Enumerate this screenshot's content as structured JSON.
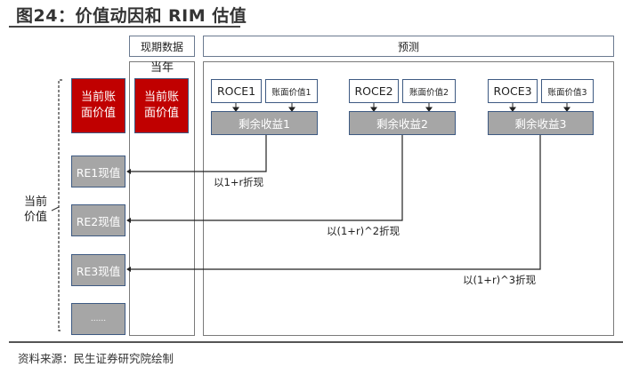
{
  "title": "图24：价值动因和 RIM 估值",
  "headers": {
    "current_data": "现期数据",
    "forecast": "预测"
  },
  "current_year_label": "当年",
  "current_value_label": "当前\n价值",
  "current_value_lines": [
    "当前",
    "价值"
  ],
  "left_column": {
    "book_value_lines": [
      "当前账",
      "面价值"
    ],
    "pv_boxes": [
      "RE1现值",
      "RE2现值",
      "RE3现值",
      "......"
    ]
  },
  "current_year_column": {
    "book_value_lines": [
      "当前账",
      "面价值"
    ]
  },
  "forecast_periods": [
    {
      "roce": "ROCE1",
      "book_value": "账面价值1",
      "residual_income": "剩余收益1",
      "discount_label": "以1+r折现"
    },
    {
      "roce": "ROCE2",
      "book_value": "账面价值2",
      "residual_income": "剩余收益2",
      "discount_label": "以(1+r)^2折现"
    },
    {
      "roce": "ROCE3",
      "book_value": "账面价值3",
      "residual_income": "剩余收益3",
      "discount_label": "以(1+r)^3折现"
    }
  ],
  "colors": {
    "red": "#c00000",
    "grey": "#a6a6a6",
    "border_blue": "#3e5a82"
  },
  "source": "资料来源：民生证券研究院绘制"
}
